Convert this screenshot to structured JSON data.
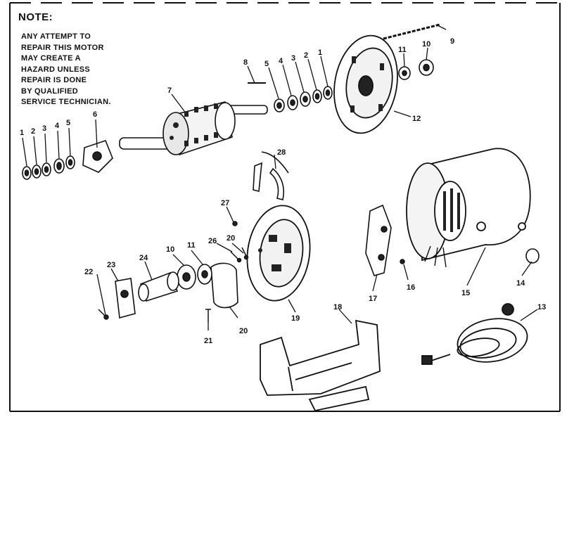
{
  "note": {
    "title": "NOTE:",
    "lines": [
      "ANY ATTEMPT TO",
      "REPAIR THIS MOTOR",
      "MAY CREATE A",
      "HAZARD UNLESS",
      "REPAIR IS DONE",
      "BY QUALIFIED",
      "SERVICE TECHNICIAN."
    ]
  },
  "part_labels": {
    "p1a": "1",
    "p2a": "2",
    "p3a": "3",
    "p4a": "4",
    "p5a": "5",
    "p6": "6",
    "p7": "7",
    "p8": "8",
    "p5b": "5",
    "p4b": "4",
    "p3b": "3",
    "p2b": "2",
    "p1b": "1",
    "p9": "9",
    "p11a": "11",
    "p10a": "10",
    "p12": "12",
    "p28": "28",
    "p27": "27",
    "p20a": "20",
    "p26": "26",
    "p22": "22",
    "p23": "23",
    "p24": "24",
    "p10b": "10",
    "p11b": "11",
    "p20b": "20",
    "p21": "21",
    "p19": "19",
    "p17": "17",
    "p16": "16",
    "p15": "15",
    "p14": "14",
    "p18": "18",
    "p13": "13"
  }
}
